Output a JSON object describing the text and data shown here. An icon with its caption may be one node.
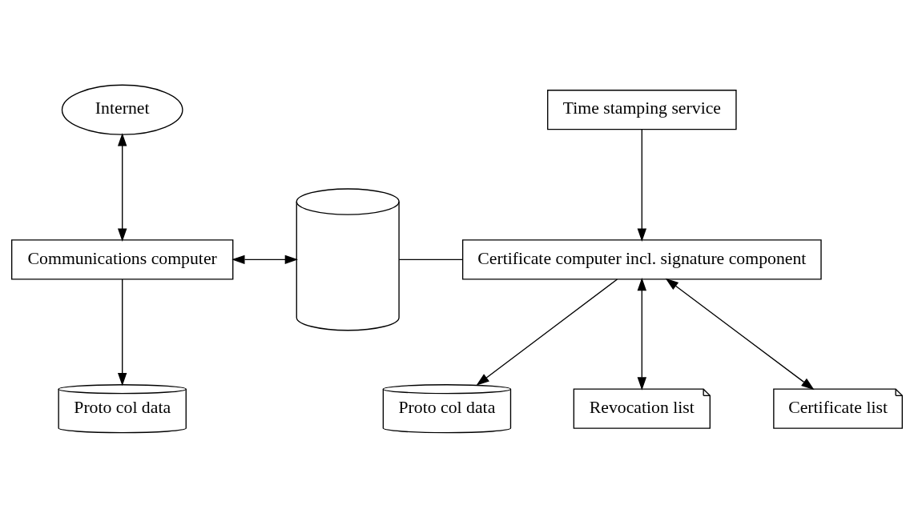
{
  "diagram": {
    "nodes": [
      {
        "text": [
          "Internet"
        ]
      },
      {
        "text": [
          "Communications computer"
        ]
      },
      {
        "text": [
          "Proto col data"
        ]
      },
      {
        "text": [],
        "shape": "cylinder"
      },
      {
        "text": [
          "Certificate computer incl. signature component"
        ]
      },
      {
        "text": [
          "Proto col data"
        ]
      },
      {
        "text": [
          "Time stamping service"
        ]
      },
      {
        "text": [
          "Revocation list"
        ]
      },
      {
        "text": [
          "Certificate list"
        ]
      }
    ],
    "edges": [
      {
        "from": 0,
        "to": 1,
        "arrow": "both"
      },
      {
        "from": 1,
        "to": 2,
        "arrow": "to"
      },
      {
        "from": 1,
        "to": 3,
        "arrow": "both"
      },
      {
        "from": 3,
        "to": 4,
        "arrow": "none"
      },
      {
        "from": 4,
        "to": 5,
        "arrow": "to"
      },
      {
        "from": 6,
        "to": 4,
        "arrow": "to"
      },
      {
        "from": 4,
        "to": 7,
        "arrow": "both"
      },
      {
        "from": 4,
        "to": 8,
        "arrow": "both"
      }
    ]
  }
}
